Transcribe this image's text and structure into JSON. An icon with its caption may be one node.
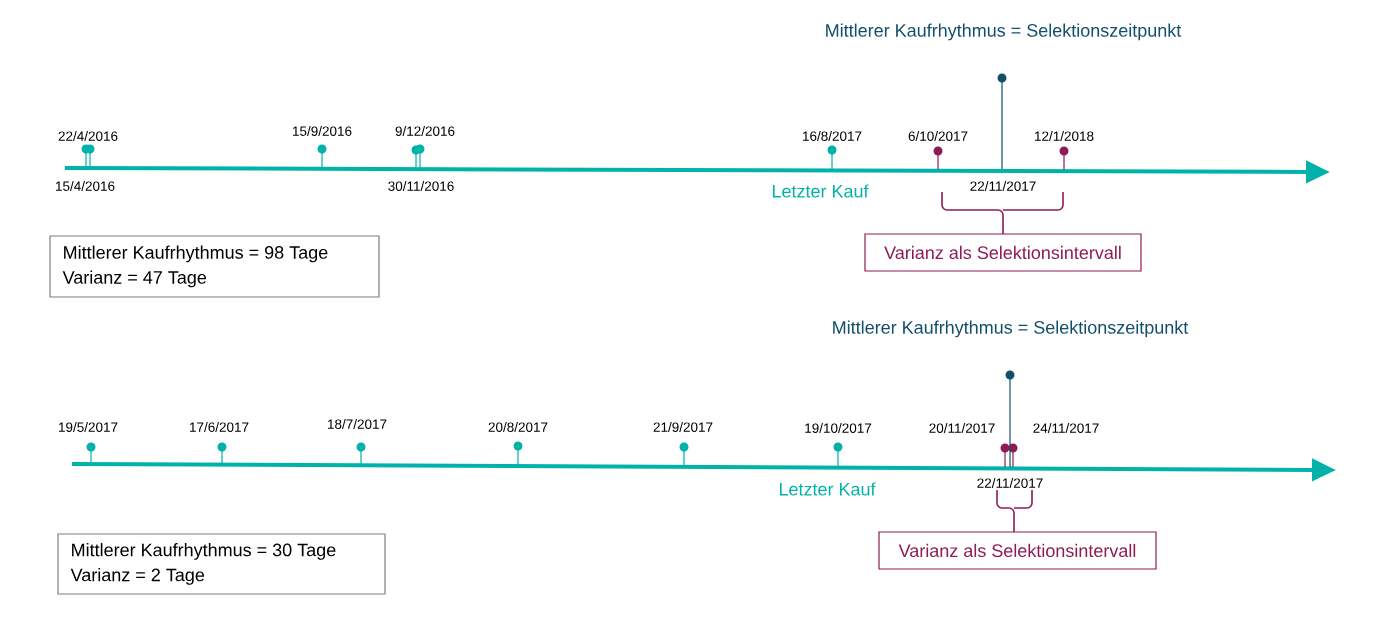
{
  "diagram": {
    "nodes": [
      {
        "text": [
          "Mittlerer Kaufrhythmus = 98 Tage",
          "Varianz = 47 Tage"
        ]
      },
      {
        "text": [
          "Varianz als Selektionsintervall"
        ]
      },
      {
        "text": [
          "Mittlerer Kaufrhythmus = 30 Tage",
          "Varianz = 2 Tage"
        ]
      },
      {
        "text": [
          "Varianz als Selektionsintervall"
        ]
      }
    ],
    "labels": [
      "Mittlerer Kaufrhythmus = Selektionszeitpunkt",
      "22/4/2016",
      "15/9/2016",
      "9/12/2016",
      "16/8/2017",
      "6/10/2017",
      "12/1/2018",
      "15/4/2016",
      "30/11/2016",
      "Letzter Kauf",
      "22/11/2017",
      "Mittlerer Kaufrhythmus = Selektionszeitpunkt",
      "19/5/2017",
      "17/6/2017",
      "18/7/2017",
      "20/8/2017",
      "21/9/2017",
      "19/10/2017",
      "20/11/2017",
      "24/11/2017",
      "22/11/2017",
      "Letzter Kauf"
    ]
  }
}
